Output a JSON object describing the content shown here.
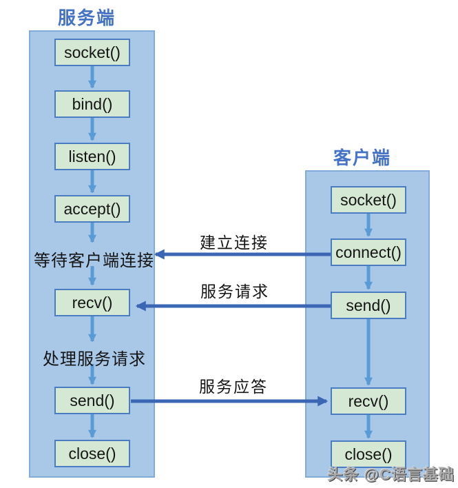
{
  "page": {
    "watermark": "头条 @C语言基础"
  },
  "colors": {
    "container_fill": "#a9c8e8",
    "container_border": "#83abd9",
    "node_fill": "#d5e8d3",
    "node_border": "#4a7cc2",
    "title_color": "#4472c4",
    "arrow_vertical": "#5b9bd5",
    "arrow_horizontal": "#3a66b4",
    "text_color": "#141414"
  },
  "server": {
    "title": "服务端",
    "nodes": [
      {
        "label": "socket()"
      },
      {
        "label": "bind()"
      },
      {
        "label": "listen()"
      },
      {
        "label": "accept()"
      },
      {
        "label": "recv()"
      },
      {
        "label": "send()"
      },
      {
        "label": "close()"
      }
    ],
    "annotations": [
      {
        "label": "等待客户端连接"
      },
      {
        "label": "处理服务请求"
      }
    ]
  },
  "client": {
    "title": "客户端",
    "nodes": [
      {
        "label": "socket()"
      },
      {
        "label": "connect()"
      },
      {
        "label": "send()"
      },
      {
        "label": "recv()"
      },
      {
        "label": "close()"
      }
    ]
  },
  "edges": {
    "establish": {
      "label": "建立连接",
      "direction": "left"
    },
    "request": {
      "label": "服务请求",
      "direction": "left"
    },
    "response": {
      "label": "服务应答",
      "direction": "right"
    }
  }
}
